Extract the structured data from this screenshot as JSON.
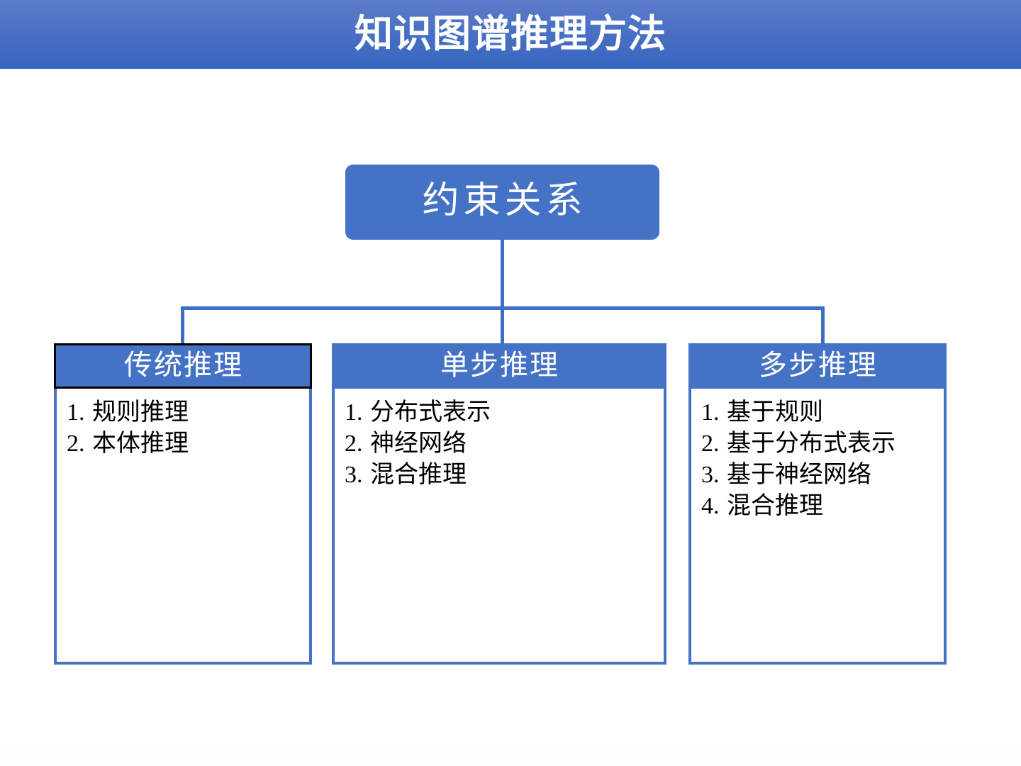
{
  "slide": {
    "title": "知识图谱推理方法",
    "title_bar_color": "#4472c4",
    "accent_color": "#4472c4",
    "background_color": "#ffffff"
  },
  "diagram": {
    "type": "org-chart",
    "root": {
      "label": "约束关系",
      "fill": "#4472c4",
      "text_color": "#ffffff"
    },
    "children": [
      {
        "header": "传统推理",
        "selected": true,
        "items": [
          {
            "num": "1.",
            "text": "规则推理"
          },
          {
            "num": "2.",
            "text": "本体推理"
          }
        ]
      },
      {
        "header": "单步推理",
        "selected": false,
        "items": [
          {
            "num": "1.",
            "text": "分布式表示"
          },
          {
            "num": "2.",
            "text": "神经网络"
          },
          {
            "num": "3.",
            "text": "混合推理"
          }
        ]
      },
      {
        "header": "多步推理",
        "selected": false,
        "items": [
          {
            "num": "1.",
            "text": "基于规则"
          },
          {
            "num": "2.",
            "text": "基于分布式表示"
          },
          {
            "num": "3.",
            "text": "基于神经网络"
          },
          {
            "num": "4.",
            "text": "混合推理"
          }
        ]
      }
    ]
  }
}
